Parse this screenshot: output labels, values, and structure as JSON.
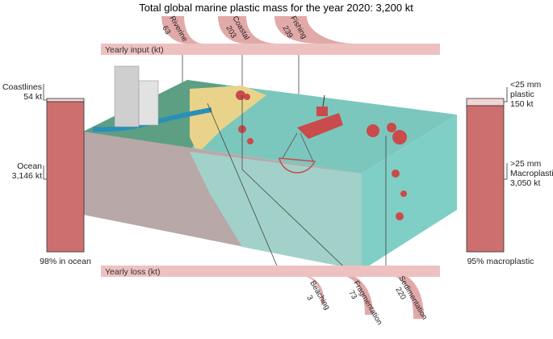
{
  "title": "Total global marine plastic mass for the year 2020: 3,200 kt",
  "input_bar": {
    "label": "Yearly input (kt)"
  },
  "loss_bar": {
    "label": "Yearly loss (kt)"
  },
  "inputs": [
    {
      "name": "Riverine",
      "value": "63"
    },
    {
      "name": "Coastal",
      "value": "203"
    },
    {
      "name": "Fishing",
      "value": "239"
    }
  ],
  "losses": [
    {
      "name": "Beaching",
      "value": "3"
    },
    {
      "name": "Fragmentation",
      "value": "73"
    },
    {
      "name": "Sedimentation",
      "value": "220"
    }
  ],
  "left_column": {
    "top_label": "Coastlines",
    "top_value": "54 kt",
    "bottom_label": "Ocean",
    "bottom_value": "3,146 kt",
    "caption": "98% in ocean",
    "top_share": 0.017
  },
  "right_column": {
    "top_label_1": "<25 mm",
    "top_label_2": "plastic",
    "top_value": "150 kt",
    "bottom_label_1": ">25 mm",
    "bottom_label_2": "Macroplastic",
    "bottom_value": "3,050 kt",
    "caption": "95% macroplastic",
    "top_share": 0.047
  },
  "colors": {
    "bar_fill": "#eec1c1",
    "column_main": "#cd6f6f",
    "column_light": "#f3d3d3",
    "ocean_top": "#7bc7bd",
    "ocean_front": "#9ed8d0",
    "seabed": "#b9a8a8",
    "plastic": "#c94b4b"
  }
}
